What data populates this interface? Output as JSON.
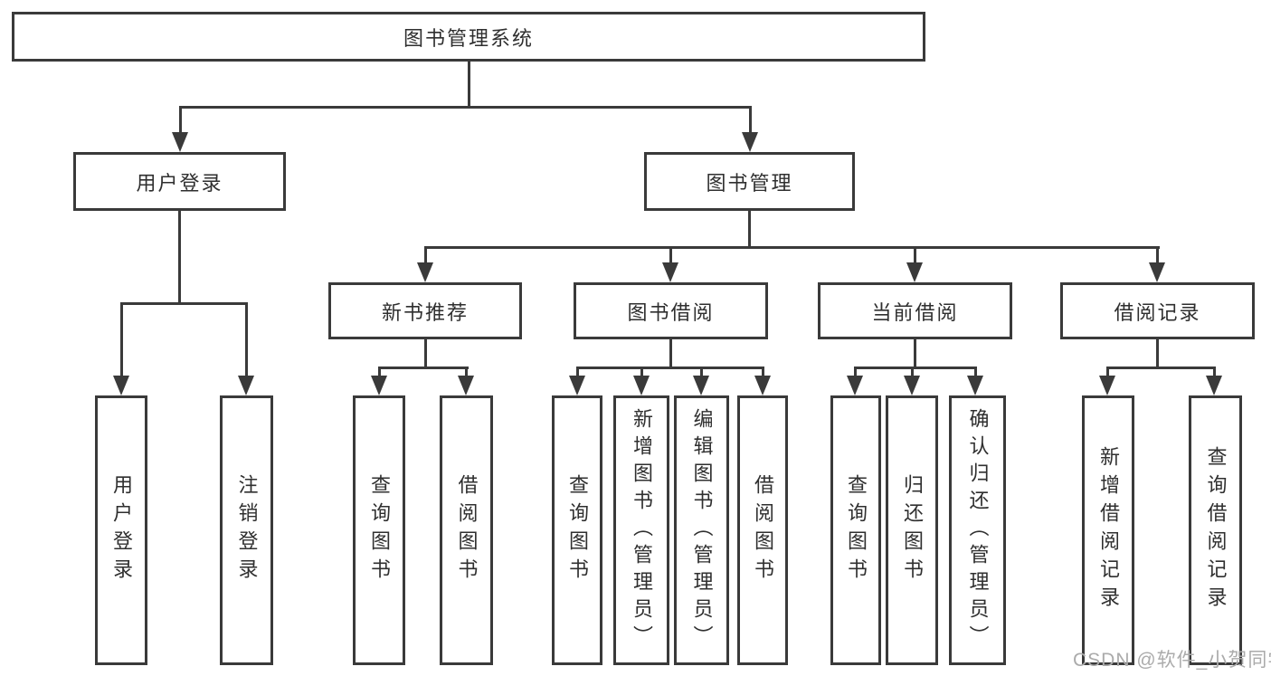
{
  "diagram": {
    "type": "org-tree",
    "title": "图书管理系统",
    "watermark": "CSDN @软件_小贺同学",
    "colors": {
      "background": "#ffffff",
      "line": "#3a3a3a",
      "text": "#2f2f2f",
      "watermark": "#ababab"
    },
    "nodes": {
      "root": "图书管理系统",
      "user_login": "用户登录",
      "book_mgmt": "图书管理",
      "new_book_rec": "新书推荐",
      "book_borrow": "图书借阅",
      "current_borrow": "当前借阅",
      "borrow_records": "借阅记录",
      "leaf_user_login": "用户登录",
      "leaf_logout": "注销登录",
      "leaf_query_book_rec": "查询图书",
      "leaf_borrow_book_rec": "借阅图书",
      "leaf_query_book_borrow": "查询图书",
      "leaf_add_book_admin": "新增图书（管理员）",
      "leaf_edit_book_admin": "编辑图书（管理员）",
      "leaf_borrow_book_borrow": "借阅图书",
      "leaf_query_book_current": "查询图书",
      "leaf_return_book": "归还图书",
      "leaf_confirm_return_admin": "确认归还（管理员）",
      "leaf_add_borrow_record": "新增借阅记录",
      "leaf_query_borrow_record": "查询借阅记录"
    },
    "edges": [
      {
        "from": "图书管理系统",
        "to": [
          "用户登录",
          "图书管理"
        ]
      },
      {
        "from": "用户登录",
        "to": [
          "用户登录",
          "注销登录"
        ]
      },
      {
        "from": "图书管理",
        "to": [
          "新书推荐",
          "图书借阅",
          "当前借阅",
          "借阅记录"
        ]
      },
      {
        "from": "新书推荐",
        "to": [
          "查询图书",
          "借阅图书"
        ]
      },
      {
        "from": "图书借阅",
        "to": [
          "查询图书",
          "新增图书（管理员）",
          "编辑图书（管理员）",
          "借阅图书"
        ]
      },
      {
        "from": "当前借阅",
        "to": [
          "查询图书",
          "归还图书",
          "确认归还（管理员）"
        ]
      },
      {
        "from": "借阅记录",
        "to": [
          "新增借阅记录",
          "查询借阅记录"
        ]
      }
    ]
  }
}
